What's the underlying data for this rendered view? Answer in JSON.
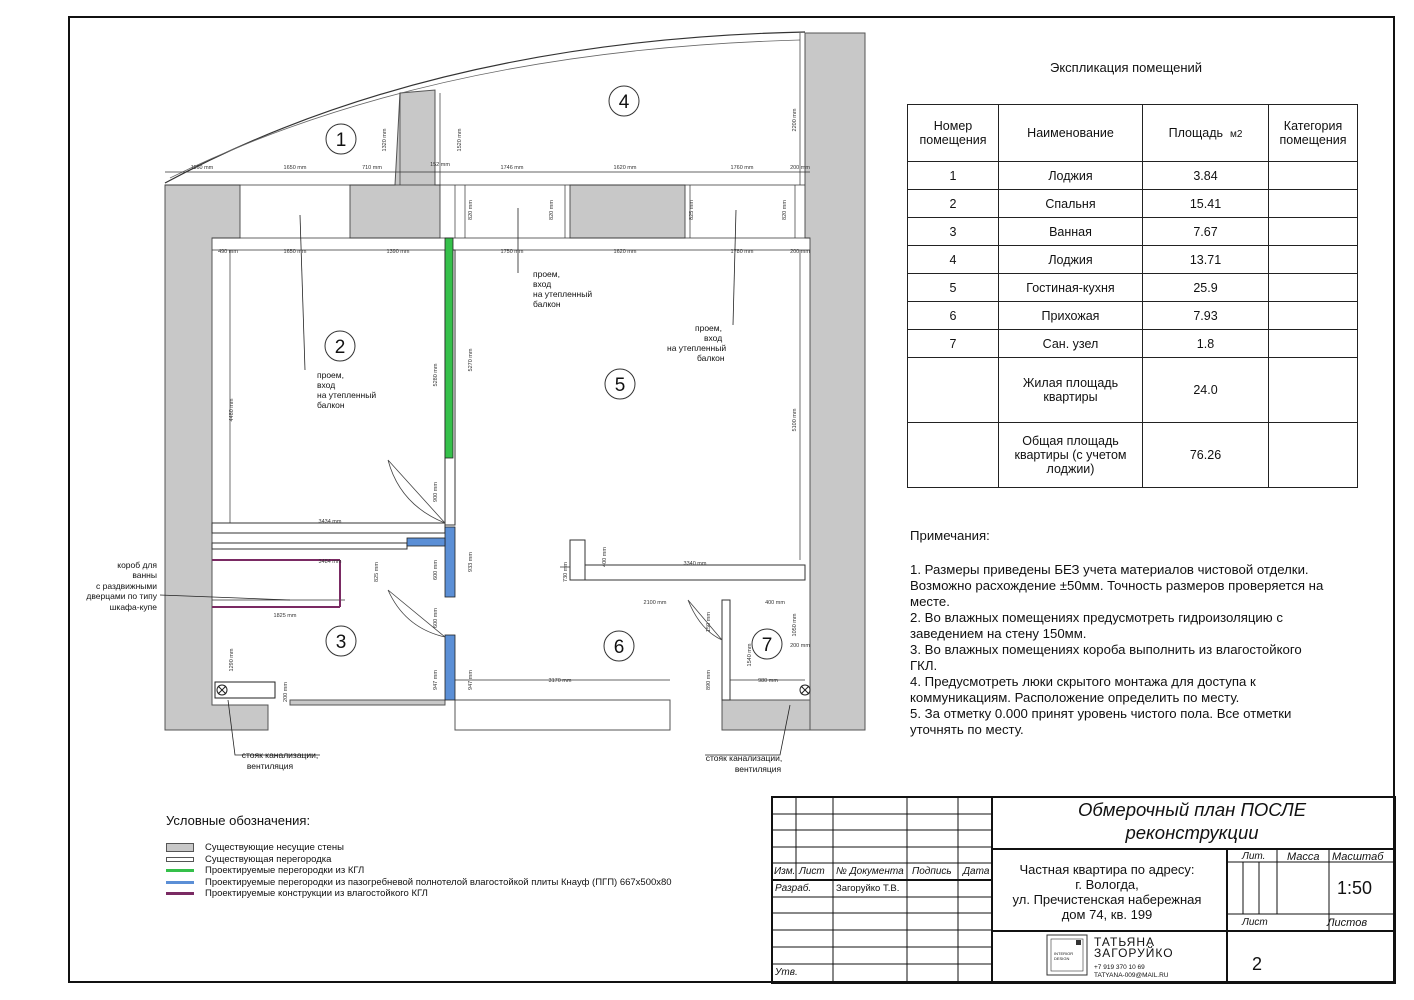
{
  "plan": {
    "room_numbers": [
      "1",
      "2",
      "3",
      "4",
      "5",
      "6",
      "7"
    ],
    "dims": {
      "d1": "1160 mm",
      "d2": "1650 mm",
      "d3": "710 mm",
      "d4": "1320 mm",
      "d5": "152 mm",
      "d6": "1520 mm",
      "d7": "1746 mm",
      "d8": "1620 mm",
      "d9": "1760 mm",
      "d10": "200 mm",
      "d11": "2200 mm",
      "d12": "820 mm",
      "d13": "820 mm",
      "d14": "825 mm",
      "d15": "820 mm",
      "d16": "490 mm",
      "d17": "1650 mm",
      "d18": "1390 mm",
      "d19": "1750 mm",
      "d20": "1620 mm",
      "d21": "1780 mm",
      "d22": "200 mm",
      "d23": "4480 mm",
      "d24": "5280 mm",
      "d25": "5270 mm",
      "d26": "5100 mm",
      "d27": "900 mm",
      "d28": "3434 mm",
      "d29": "3484 mm",
      "d30": "825 mm",
      "d31": "600 mm",
      "d32": "933 mm",
      "d33": "730 mm",
      "d34": "400 mm",
      "d35": "3340 mm",
      "d36": "2100 mm",
      "d37": "150 mm",
      "d38": "400 mm",
      "d39": "1825 mm",
      "d40": "1290 mm",
      "d41": "600 mm",
      "d42": "947 mm",
      "d43": "947 mm",
      "d44": "3170 mm",
      "d45": "890 mm",
      "d46": "1540 mm",
      "d47": "1050 mm",
      "d48": "200 mm",
      "d49": "980 mm",
      "d50": "200 mm",
      "d51": "180 mm"
    },
    "annotations": {
      "opening_a": [
        "проем,",
        "вход",
        "на утепленный",
        "балкон"
      ],
      "opening_b": [
        "проем,",
        "вход",
        "на утепленный",
        "балкон"
      ],
      "opening_c": [
        "проем,",
        "вход",
        "на утепленный",
        "балкон"
      ],
      "box": [
        "короб для",
        "ванны",
        "с раздвижными",
        "дверцами по типу",
        "шкафа-купе"
      ],
      "riser_left": [
        "стояк канализации,",
        "вентиляция"
      ],
      "riser_right": [
        "стояк канализации,",
        "вентиляция"
      ]
    }
  },
  "explication": {
    "title": "Экспликация помещений",
    "headers": {
      "number": "Номер помещения",
      "name": "Наименование",
      "area": "Площадь",
      "area_unit": "м2",
      "category": "Категория помещения"
    },
    "rows": [
      {
        "number": "1",
        "name": "Лоджия",
        "area": "3.84",
        "category": ""
      },
      {
        "number": "2",
        "name": "Спальня",
        "area": "15.41",
        "category": ""
      },
      {
        "number": "3",
        "name": "Ванная",
        "area": "7.67",
        "category": ""
      },
      {
        "number": "4",
        "name": "Лоджия",
        "area": "13.71",
        "category": ""
      },
      {
        "number": "5",
        "name": "Гостиная-кухня",
        "area": "25.9",
        "category": ""
      },
      {
        "number": "6",
        "name": "Прихожая",
        "area": "7.93",
        "category": ""
      },
      {
        "number": "7",
        "name": "Сан. узел",
        "area": "1.8",
        "category": ""
      }
    ],
    "totals": [
      {
        "name": "Жилая площадь квартиры",
        "area": "24.0"
      },
      {
        "name": "Общая площадь квартиры (с учетом лоджии)",
        "area": "76.26"
      }
    ]
  },
  "notes": {
    "title": "Примечания:",
    "items": [
      "1.   Размеры приведены БЕЗ учета материалов чистовой отделки. Возможно расхождение ±50мм. Точность размеров проверяется на месте.",
      "2.   Во влажных помещениях предусмотреть гидроизоляцию с заведением на стену 150мм.",
      "3.   Во влажных помещениях короба выполнить из влагостойкого ГКЛ.",
      "4.   Предусмотреть люки скрытого монтажа для доступа к коммуникациям. Расположение определить по месту.",
      "5.   За отметку 0.000 принят уровень чистого пола. Все отметки уточнять по месту."
    ]
  },
  "legend": {
    "title": "Условные обозначения:",
    "items": [
      {
        "type": "wall",
        "label": "Существующие несущие стены",
        "color": "#c8c8c8"
      },
      {
        "type": "partition",
        "label": "Существующая перегородка",
        "color": "#ffffff"
      },
      {
        "type": "green",
        "label": "Проектируемые перегородки из КГЛ",
        "color": "#35c04a"
      },
      {
        "type": "blue",
        "label": "Проектируемые перегородки из пазогребневой полнотелой влагостойкой плиты Кнауф (ПГП) 667х500х80",
        "color": "#5b8fd6"
      },
      {
        "type": "purple",
        "label": "Проектируемые конструкции из влагостойкого КГЛ",
        "color": "#7a2a63"
      }
    ]
  },
  "stamp": {
    "title_line1": "Обмерочный план ПОСЛЕ",
    "title_line2": "реконструкции",
    "address": [
      "Частная квартира по адресу:",
      "г. Вологда,",
      "ул. Пречистенская набережная",
      "дом 74, кв. 199"
    ],
    "col_izm": "Изм.",
    "col_list": "Лист",
    "col_doc": "№ Документа",
    "col_sign": "Подпись",
    "col_date": "Дата",
    "razrab": "Разраб.",
    "author": "Загоруйко Т.В.",
    "utv": "Утв.",
    "lit": "Лит.",
    "massa": "Масса",
    "masshtab": "Масштаб",
    "scale": "1:50",
    "sheet_label": "Лист",
    "sheets_label": "Листов",
    "sheet_number": "2",
    "logo_name": [
      "ТАТЬЯНА",
      "ЗАГОРУЙКО"
    ],
    "logo_box": [
      "INTERIOR",
      "DESIGN"
    ],
    "phone": "+7 919 370 10 69",
    "email": "TATYANA-009@MAIL.RU"
  }
}
